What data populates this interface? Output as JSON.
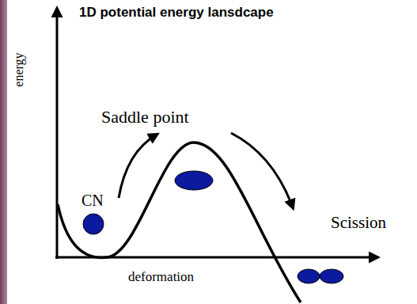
{
  "diagram": {
    "title": "1D potential energy lansdcape",
    "labels": [
      "energy",
      "Saddle point",
      "CN",
      "Scission",
      "deformation"
    ]
  }
}
